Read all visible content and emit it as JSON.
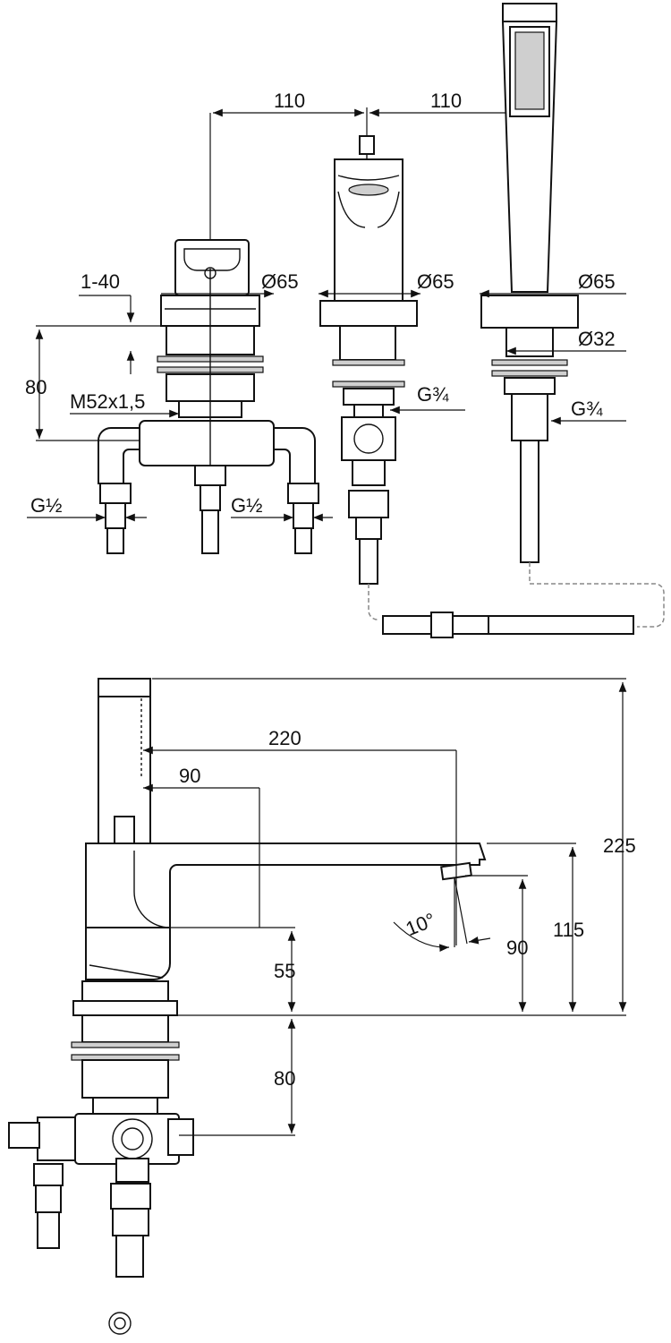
{
  "top_view": {
    "spacing_left": "110",
    "spacing_right": "110",
    "mixer_diameter": "Ø65",
    "spout_diameter": "Ø65",
    "shower_diameter": "Ø65",
    "deck_thickness": "1-40",
    "body_height": "80",
    "mount_thread": "M52x1,5",
    "inlet_left_thread": "G½",
    "inlet_right_thread": "G½",
    "spout_thread": "G¾",
    "shower_hole_diameter": "Ø32",
    "shower_thread": "G¾"
  },
  "side_view": {
    "spout_reach": "220",
    "lever_reach": "90",
    "total_height": "225",
    "spout_height": "115",
    "outlet_height": "90",
    "base_height": "55",
    "below_deck": "80",
    "outlet_angle": "10°"
  }
}
